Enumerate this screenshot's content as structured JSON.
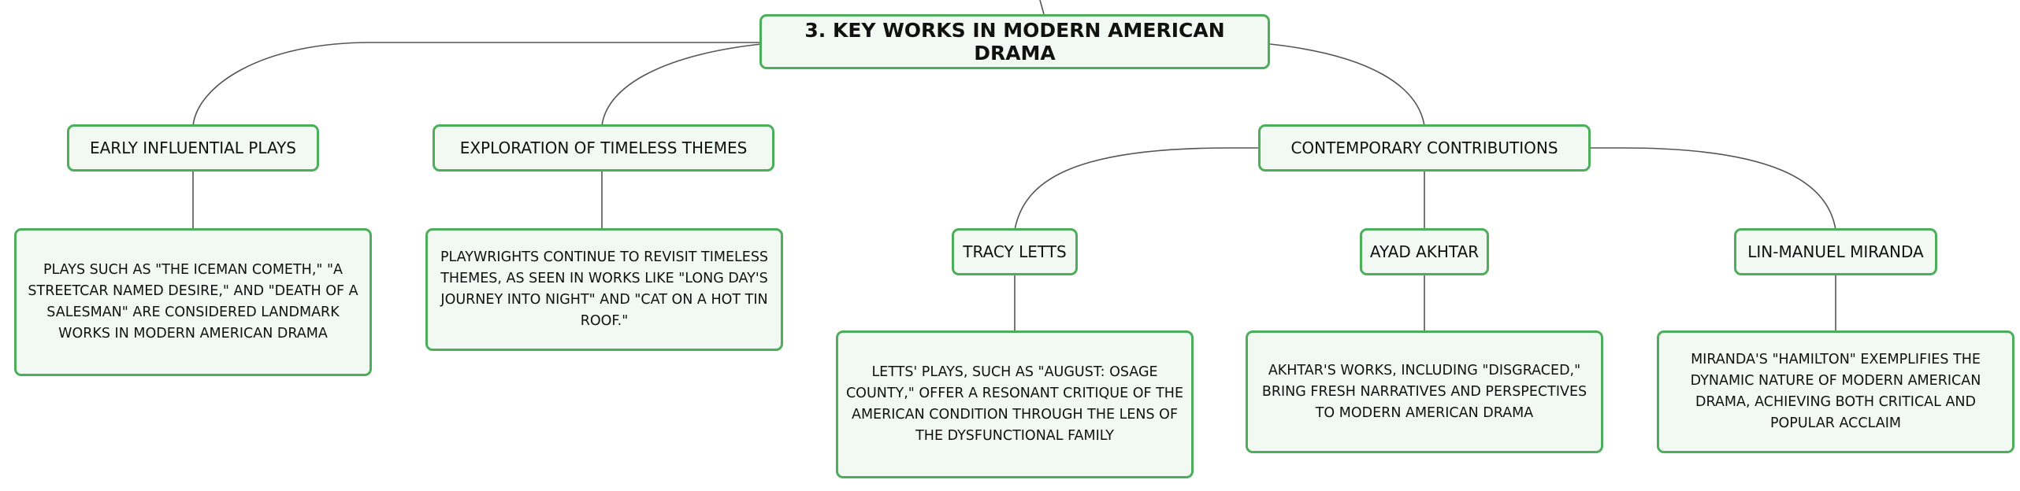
{
  "mindmap": {
    "root": {
      "label": "3. KEY WORKS IN MODERN AMERICAN DRAMA"
    },
    "branches": [
      {
        "label": "EARLY INFLUENTIAL PLAYS",
        "detail": "PLAYS SUCH AS \"THE ICEMAN COMETH,\" \"A STREETCAR NAMED DESIRE,\" AND \"DEATH OF A SALESMAN\" ARE CONSIDERED LANDMARK WORKS IN MODERN AMERICAN DRAMA"
      },
      {
        "label": "EXPLORATION OF TIMELESS THEMES",
        "detail": "PLAYWRIGHTS CONTINUE TO REVISIT TIMELESS THEMES, AS SEEN IN WORKS LIKE \"LONG DAY'S JOURNEY INTO NIGHT\" AND \"CAT ON A HOT TIN ROOF.\""
      },
      {
        "label": "CONTEMPORARY CONTRIBUTIONS",
        "children": [
          {
            "label": "TRACY LETTS",
            "detail": "LETTS' PLAYS, SUCH AS \"AUGUST: OSAGE COUNTY,\" OFFER A RESONANT CRITIQUE OF THE AMERICAN CONDITION THROUGH THE LENS OF THE DYSFUNCTIONAL FAMILY"
          },
          {
            "label": "AYAD AKHTAR",
            "detail": "AKHTAR'S WORKS, INCLUDING \"DISGRACED,\" BRING FRESH NARRATIVES AND PERSPECTIVES TO MODERN AMERICAN DRAMA"
          },
          {
            "label": "LIN-MANUEL MIRANDA",
            "detail": "MIRANDA'S \"HAMILTON\" EXEMPLIFIES THE DYNAMIC NATURE OF MODERN AMERICAN DRAMA, ACHIEVING BOTH CRITICAL AND POPULAR ACCLAIM"
          }
        ]
      }
    ]
  },
  "colors": {
    "node_border": "#4cae5a",
    "node_fill": "#f2f9f2",
    "connector": "#555555",
    "text": "#111111"
  }
}
